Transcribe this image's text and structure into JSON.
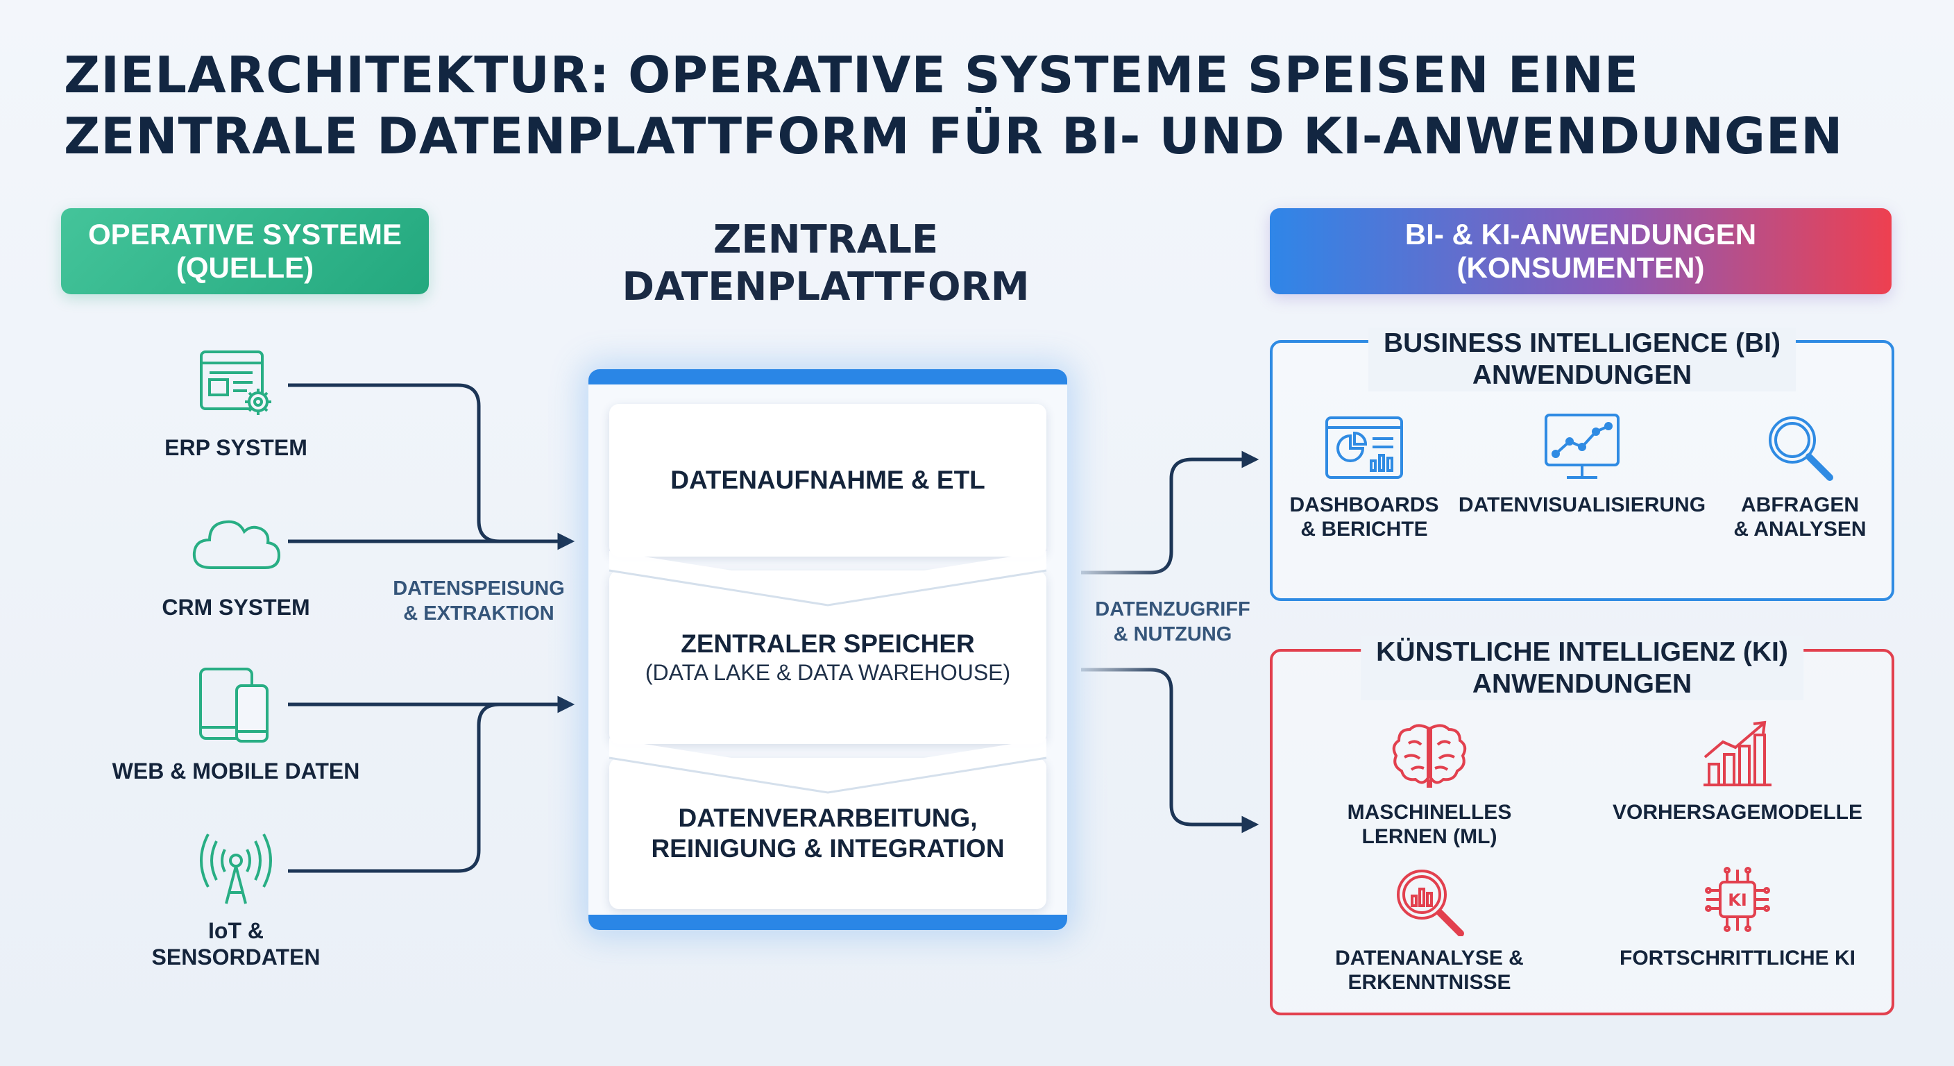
{
  "title": {
    "line1": "ZIELARCHITEKTUR: OPERATIVE SYSTEME SPEISEN EINE",
    "line2": "ZENTRALE DATENPLATTFORM FÜR BI- UND KI-ANWENDUNGEN"
  },
  "sources": {
    "header_line1": "OPERATIVE SYSTEME",
    "header_line2": "(QUELLE)",
    "items": [
      {
        "label": "ERP SYSTEM",
        "icon": "erp-window-gear-icon"
      },
      {
        "label": "CRM SYSTEM",
        "icon": "cloud-icon"
      },
      {
        "label": "WEB & MOBILE DATEN",
        "icon": "tablet-phone-icon"
      },
      {
        "label_line1": "IoT &",
        "label_line2": "SENSORDATEN",
        "icon": "antenna-signal-icon"
      }
    ]
  },
  "flow_in": {
    "line1": "DATENSPEISUNG",
    "line2": "& EXTRAKTION"
  },
  "flow_out": {
    "line1": "DATENZUGRIFF",
    "line2": "& NUTZUNG"
  },
  "platform": {
    "title_line1": "ZENTRALE",
    "title_line2": "DATENPLATTFORM",
    "stages": [
      {
        "main": "DATENAUFNAHME & ETL"
      },
      {
        "main": "ZENTRALER SPEICHER",
        "sub": "(DATA LAKE & DATA WAREHOUSE)"
      },
      {
        "main_line1": "DATENVERARBEITUNG,",
        "main_line2": "REINIGUNG & INTEGRATION"
      }
    ]
  },
  "consumers": {
    "header_line1": "BI- & KI-ANWENDUNGEN",
    "header_line2": "(KONSUMENTEN)",
    "bi": {
      "title_line1": "BUSINESS INTELLIGENCE (BI)",
      "title_line2": "ANWENDUNGEN",
      "apps": [
        {
          "line1": "DASHBOARDS",
          "line2": "& BERICHTE",
          "icon": "dashboard-icon"
        },
        {
          "line1": "DATENVISUALISIERUNG",
          "icon": "line-chart-monitor-icon"
        },
        {
          "line1": "ABFRAGEN",
          "line2": "& ANALYSEN",
          "icon": "magnifier-icon"
        }
      ]
    },
    "ki": {
      "title_line1": "KÜNSTLICHE INTELLIGENZ (KI)",
      "title_line2": "ANWENDUNGEN",
      "apps": [
        {
          "line1": "MASCHINELLES",
          "line2": "LERNEN (ML)",
          "icon": "brain-icon"
        },
        {
          "line1": "VORHERSAGEMODELLE",
          "icon": "growth-chart-icon"
        },
        {
          "line1": "DATENANALYSE &",
          "line2": "ERKENNTNISSE",
          "icon": "analysis-magnifier-icon"
        },
        {
          "line1": "FORTSCHRITTLICHE KI",
          "icon": "ai-chip-icon",
          "chip_text": "KI"
        }
      ]
    }
  },
  "colors": {
    "green": "#28ae84",
    "blue": "#2f8be3",
    "red": "#e2404e",
    "navy": "#1c3556",
    "text": "#14243b"
  }
}
